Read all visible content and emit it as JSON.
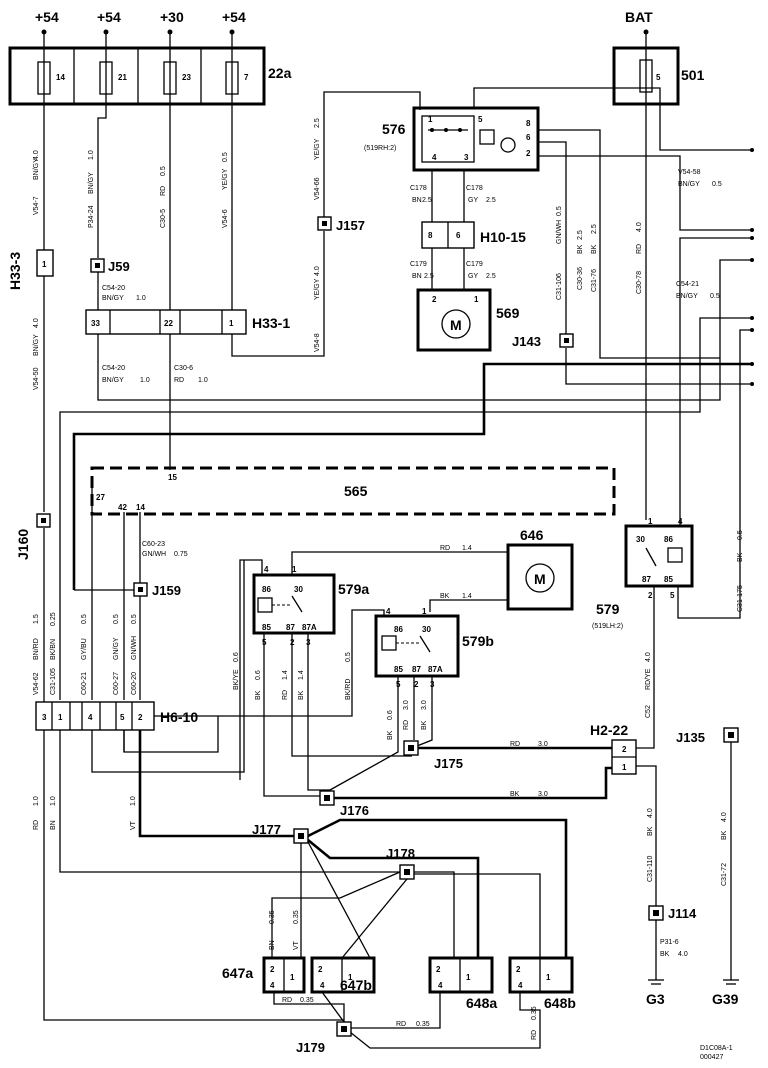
{
  "supplies": [
    "+54",
    "+54",
    "+30",
    "+54"
  ],
  "battery": "BAT",
  "fuse_box": {
    "label": "22a",
    "fuses": [
      "14",
      "21",
      "23",
      "7"
    ]
  },
  "fuse_501": {
    "label": "501",
    "fuse": "5"
  },
  "relay_576": {
    "label": "576",
    "sub": "(519RH:2)",
    "pins": [
      "1",
      "5",
      "8",
      "4",
      "3",
      "6",
      "2"
    ]
  },
  "connectors": {
    "h10_15": {
      "label": "H10-15",
      "pins": [
        "8",
        "6"
      ]
    },
    "h33_1": {
      "label": "H33-1",
      "pins": [
        "33",
        "22",
        "1"
      ]
    },
    "h33_3": {
      "label": "H33-3",
      "pins": [
        "1"
      ]
    },
    "h6_10": {
      "label": "H6-10",
      "pins": [
        "3",
        "1",
        "4",
        "5",
        "2"
      ]
    },
    "h2_22": {
      "label": "H2-22",
      "pins": [
        "2",
        "1"
      ]
    }
  },
  "motor_569": {
    "label": "569",
    "symbol": "M",
    "pins": [
      "2",
      "1"
    ]
  },
  "motor_646": {
    "label": "646",
    "symbol": "M"
  },
  "module_565": {
    "label": "565",
    "pins": [
      "15",
      "27",
      "42",
      "14"
    ]
  },
  "relay_579a": {
    "label": "579a",
    "pins": [
      "4",
      "1",
      "86",
      "30",
      "85",
      "87",
      "87A",
      "5",
      "2",
      "3"
    ]
  },
  "relay_579b": {
    "label": "579b",
    "pins": [
      "4",
      "1",
      "86",
      "30",
      "85",
      "87",
      "87A",
      "5",
      "2",
      "3"
    ]
  },
  "relay_579": {
    "label": "579",
    "sub": "(519LH:2)",
    "pins": [
      "1",
      "4",
      "30",
      "86",
      "87",
      "85",
      "2",
      "5"
    ]
  },
  "junctions": [
    "J157",
    "J59",
    "J143",
    "J160",
    "J159",
    "J175",
    "J176",
    "J177",
    "J178",
    "J135",
    "J114",
    "J179"
  ],
  "lamps": [
    {
      "label": "647a",
      "pins": [
        "2",
        "1",
        "4"
      ]
    },
    {
      "label": "647b",
      "pins": [
        "2",
        "1",
        "4"
      ]
    },
    {
      "label": "648a",
      "pins": [
        "2",
        "1",
        "4"
      ]
    },
    {
      "label": "648b",
      "pins": [
        "2",
        "1",
        "4"
      ]
    }
  ],
  "grounds": [
    "G3",
    "G39"
  ],
  "wire_labels": {
    "w01": "V54-7",
    "w02": "BN/GY",
    "w03": "4.0",
    "w04": "P34-24",
    "w05": "BN/GY",
    "w06": "1.0",
    "w07": "C30-5",
    "w08": "RD",
    "w09": "0.5",
    "w10": "V54-6",
    "w11": "YE/GY",
    "w12": "0.5",
    "w13": "V54-66",
    "w14": "YE/GY",
    "w15": "2.5",
    "w16": "V54-8",
    "w17": "YE/GY",
    "w18": "4.0",
    "w19": "C178",
    "w20": "BN",
    "w21": "2.5",
    "w22": "C178",
    "w23": "GY",
    "w24": "2.5",
    "w25": "C179",
    "w26": "BN",
    "w27": "2.5",
    "w28": "C179",
    "w29": "GY",
    "w30": "2.5",
    "w31": "C54-20",
    "w32": "BN/GY",
    "w33": "1.0",
    "w34": "C54-20",
    "w35": "BN/GY",
    "w36": "1.0",
    "w37": "C30-6",
    "w38": "RD",
    "w39": "1.0",
    "w40": "V54-50",
    "w41": "BN/GY",
    "w42": "4.0",
    "w43": "C31-106",
    "w44": "GN/WH",
    "w45": "0.5",
    "w46": "C30-36",
    "w47": "BK",
    "w48": "2.5",
    "w49": "C31-76",
    "w50": "BK",
    "w51": "2.5",
    "w52": "C30-78",
    "w53": "RD",
    "w54": "4.0",
    "w55": "V54-58",
    "w56": "BN/GY",
    "w57": "0.5",
    "w58": "C54-21",
    "w59": "BN/GY",
    "w60": "0.5",
    "w61": "C60-23",
    "w62": "GN/WH",
    "w63": "0.75",
    "w64": "V54-62",
    "w65": "BN/RD",
    "w66": "1.5",
    "w67": "C31-105",
    "w68": "BK/BN",
    "w69": "0.25",
    "w70": "C60-21",
    "w71": "GY/BU",
    "w72": "0.5",
    "w73": "C60-27",
    "w74": "GN/GY",
    "w75": "0.5",
    "w76": "C60-20",
    "w77": "GN/WH",
    "w78": "0.5",
    "w79": "BK/YE",
    "w80": "0.6",
    "w81": "BK",
    "w82": "0.6",
    "w83": "RD",
    "w84": "1.4",
    "w85": "BK",
    "w86": "1.4",
    "w87": "BK/RD",
    "w88": "0.5",
    "w89": "RD",
    "w90": "1.4",
    "w91": "BK",
    "w92": "1.4",
    "w93": "BK",
    "w94": "0.6",
    "w95": "RD",
    "w96": "3.0",
    "w97": "BK",
    "w98": "3.0",
    "w99": "RD",
    "w100": "3.0",
    "w101": "BK",
    "w102": "3.0",
    "w103": "C52",
    "w104": "RD/YE",
    "w105": "4.0",
    "w106": "C31-175",
    "w107": "BK",
    "w108": "0.5",
    "w109": "C31-110",
    "w110": "BK",
    "w111": "4.0",
    "w112": "C31-72",
    "w113": "BK",
    "w114": "4.0",
    "w115": "P31-6",
    "w116": "BK",
    "w117": "4.0",
    "w118": "RD",
    "w119": "1.0",
    "w120": "BN",
    "w121": "1.0",
    "w122": "VT",
    "w123": "1.0",
    "w124": "BN",
    "w125": "0.35",
    "w126": "VT",
    "w127": "0.35",
    "w128": "RD",
    "w129": "0.35",
    "w130": "RD",
    "w131": "0.35",
    "w132": "RD",
    "w133": "0.35"
  },
  "footer": {
    "code": "D1C08A-1",
    "date": "000427"
  }
}
